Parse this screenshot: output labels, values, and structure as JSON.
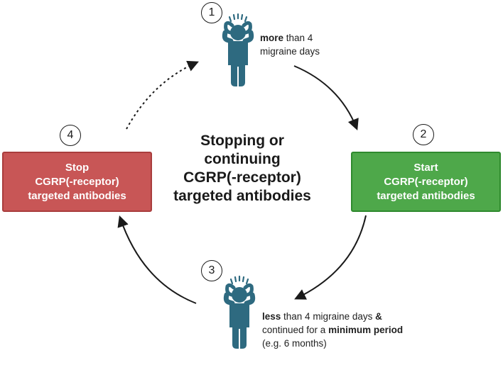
{
  "title_lines": [
    "Stopping or",
    "continuing",
    "CGRP(-receptor)",
    "targeted antibodies"
  ],
  "steps": {
    "one": {
      "number": "1",
      "bold": "more",
      "text": " than 4 migraine days"
    },
    "two": {
      "number": "2",
      "lines": [
        "Start",
        "CGRP(-receptor)",
        "targeted antibodies"
      ]
    },
    "three": {
      "number": "3",
      "bold_1": "less",
      "text_1": " than 4 migraine days ",
      "bold_2": "&",
      "text_2": " continued for a ",
      "bold_3": "minimum period",
      "text_3": " (e.g. 6 months)"
    },
    "four": {
      "number": "4",
      "lines": [
        "Stop",
        "CGRP(-receptor)",
        "targeted antibodies"
      ]
    }
  },
  "colors": {
    "stop_box": "#c85656",
    "start_box": "#4ea84a",
    "figure": "#2e6a80",
    "arrow": "#1a1a1a"
  },
  "icons": [
    "distressed-person-icon",
    "arrow-icon"
  ]
}
